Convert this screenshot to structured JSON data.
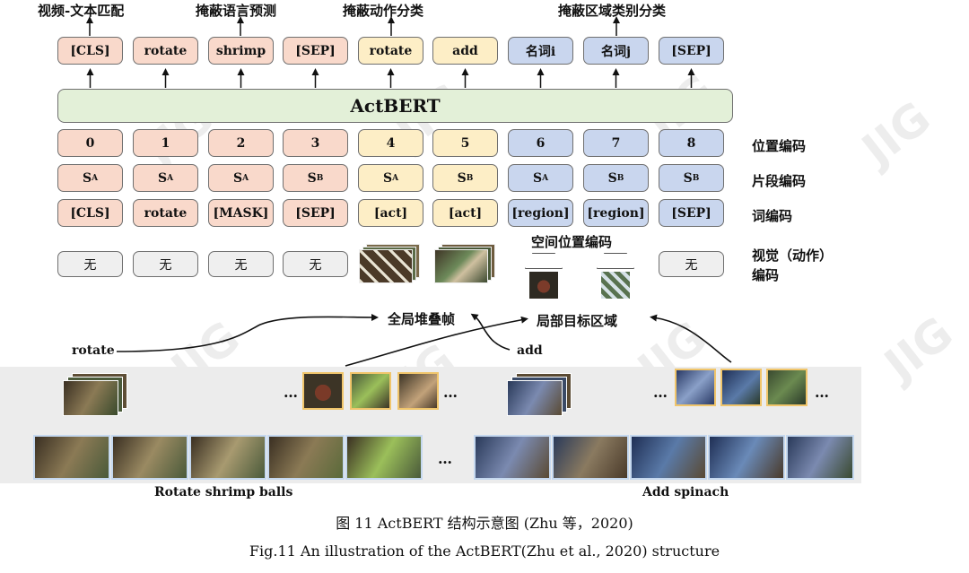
{
  "top_labels": {
    "l1": "视频-文本匹配",
    "l2": "掩蔽语言预测",
    "l3": "掩蔽动作分类",
    "l4": "掩蔽区域类别分类"
  },
  "outputs": [
    "[CLS]",
    "rotate",
    "shrimp",
    "[SEP]",
    "rotate",
    "add",
    "名词i",
    "名词j",
    "[SEP]"
  ],
  "bert_label": "ActBERT",
  "positions": [
    "0",
    "1",
    "2",
    "3",
    "4",
    "5",
    "6",
    "7",
    "8"
  ],
  "segments": [
    "A",
    "A",
    "A",
    "B",
    "A",
    "B",
    "A",
    "B",
    "B"
  ],
  "segment_prefix": "S",
  "tokens": [
    "[CLS]",
    "rotate",
    "[MASK]",
    "[SEP]",
    "[act]",
    "[act]",
    "[region]",
    "[region]",
    "[SEP]"
  ],
  "visual_none": "无",
  "spatial_label": "空间位置编码",
  "row_labels": {
    "position": "位置编码",
    "segment": "片段编码",
    "word": "词编码",
    "visual1": "视觉（动作）",
    "visual2": "编码"
  },
  "flow_labels": {
    "global": "全局堆叠帧",
    "local": "局部目标区域",
    "rotate": "rotate",
    "add": "add"
  },
  "clip_titles": {
    "left": "Rotate shrimp balls",
    "right": "Add spinach"
  },
  "ellipsis": "…",
  "captions": {
    "cn": "图 11 ActBERT 结构示意图 (Zhu 等，2020)",
    "en": "Fig.11 An illustration of the ActBERT(Zhu et al., 2020) structure"
  },
  "watermark": "JIG",
  "colors": {
    "text_box": "#f9d9cb",
    "action_box": "#fdeec6",
    "region_box": "#c9d6ee",
    "bert": "#e3f0d8",
    "arrow_blue": "#2aa3d8",
    "arrow_orange": "#e07b39"
  }
}
